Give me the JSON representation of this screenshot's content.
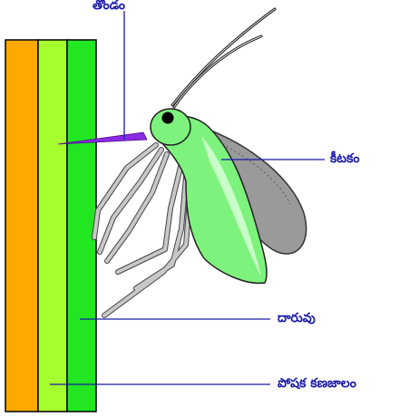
{
  "labels": {
    "proboscis": "తొండం",
    "insect": "కీటకం",
    "xylem": "దారువు",
    "phloem": "పోషక కణజాలం"
  },
  "colors": {
    "layer_outer": "#ffa800",
    "layer_middle": "#a6ff2e",
    "layer_inner": "#22e622",
    "insect_body": "#7df27d",
    "insect_highlight": "#c9ffc9",
    "wing": "#9a9a9a",
    "leg": "#c8c8c8",
    "proboscis": "#8a2be2",
    "leader_line": "#1a1aa8",
    "label_text": "#1a1aa8"
  }
}
